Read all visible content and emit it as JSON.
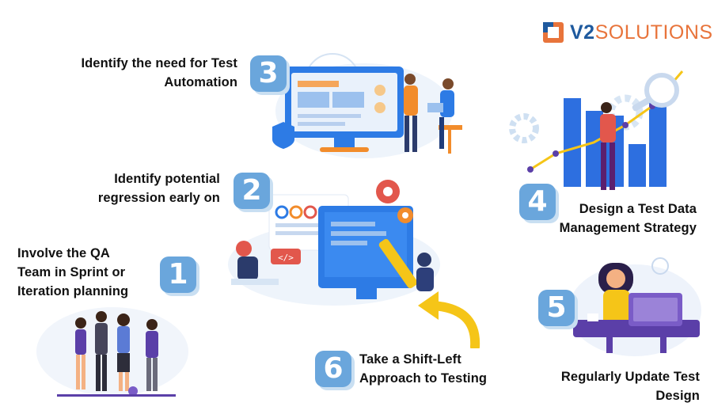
{
  "brand": {
    "name_bold": "V2",
    "name_rest": "SOLUTIONS",
    "colors": {
      "blue": "#1f5a9e",
      "orange": "#e8743b"
    }
  },
  "steps": [
    {
      "number": "1",
      "lines": [
        "Involve the QA",
        "Team in Sprint or",
        "Iteration planning"
      ]
    },
    {
      "number": "2",
      "lines": [
        "Identify potential",
        "regression early on"
      ]
    },
    {
      "number": "3",
      "lines": [
        "Identify the need for Test",
        "Automation"
      ]
    },
    {
      "number": "4",
      "lines": [
        "Design a Test Data",
        "Management Strategy"
      ]
    },
    {
      "number": "5",
      "lines": [
        "Regularly Update Test",
        "Design"
      ]
    },
    {
      "number": "6",
      "lines": [
        "Take a Shift-Left",
        "Approach to Testing"
      ]
    }
  ],
  "colors": {
    "badge": "#6aa6dc",
    "badge_shadow": "#c9dff2",
    "illustration_blue": "#2d7be5",
    "illustration_light": "#e9f1fb",
    "accent_yellow": "#f5c518",
    "accent_orange": "#ef8a3d",
    "accent_red": "#e2574c",
    "accent_purple": "#5b3fa8"
  },
  "icons": {
    "logo": "v2-logo-icon",
    "step3": "monitor-dashboard-illustration",
    "step4": "bar-chart-analysis-illustration",
    "step2": "regression-dashboard-illustration",
    "step1": "qa-team-illustration",
    "step5": "laptop-update-illustration",
    "step6": "curved-arrow-icon"
  }
}
